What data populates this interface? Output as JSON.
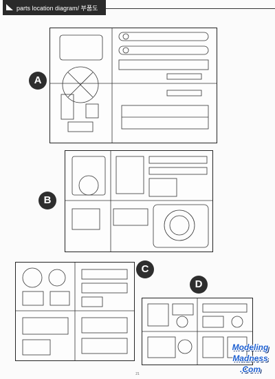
{
  "header": {
    "title": "parts location diagram/ 부품도",
    "icon": "pointer-triangle-icon"
  },
  "sprues": [
    {
      "letter": "A"
    },
    {
      "letter": "B"
    },
    {
      "letter": "C"
    },
    {
      "letter": "D"
    }
  ],
  "page_number": "21",
  "watermark": {
    "lines": [
      "Modeling",
      "Madness",
      ".Com"
    ],
    "color": "#1d5fd0"
  },
  "colors": {
    "header_bar": "#2a2a2a",
    "badge": "#2e2e2e",
    "line_art": "#222222"
  }
}
